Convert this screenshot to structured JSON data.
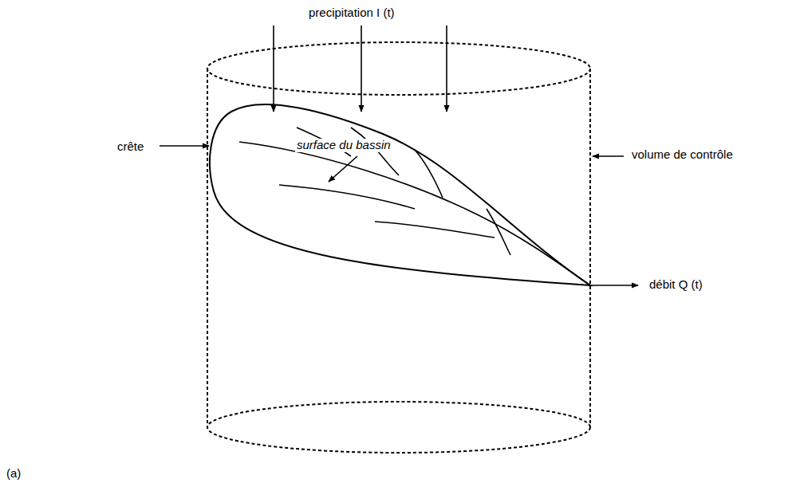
{
  "diagram": {
    "labels": [
      "precipitation I (t)",
      "crête",
      "surface du bassin",
      "volume de contrôle",
      "débit Q (t)",
      "(a)"
    ]
  }
}
